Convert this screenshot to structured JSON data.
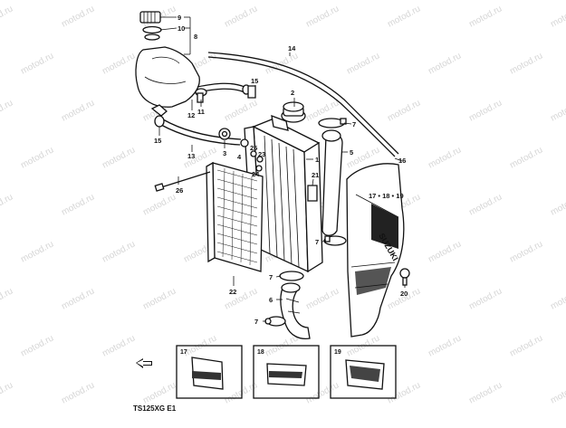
{
  "watermark": "motod.ru",
  "model_code": "TS125XG E1",
  "callouts": {
    "c9": "9",
    "c10": "10",
    "c8": "8",
    "c14": "14",
    "c15a": "15",
    "c12": "12",
    "c11": "11",
    "c2": "2",
    "c7a": "7",
    "c5": "5",
    "c15b": "15",
    "c13": "13",
    "c3": "3",
    "c4": "4",
    "c25": "25",
    "c23": "23",
    "c24": "24",
    "c1": "1",
    "c16": "16",
    "c21": "21",
    "c17": "17",
    "c18": "18",
    "c19": "19",
    "c26": "26",
    "c7b": "7",
    "c7c": "7",
    "c20": "20",
    "c22": "22",
    "c6": "6",
    "c7d": "7"
  },
  "callout_17_18_19": "17 • 18 • 19",
  "inset_boxes": [
    {
      "label": "17"
    },
    {
      "label": "18"
    },
    {
      "label": "19"
    }
  ],
  "icons": [
    "front-arrow-icon"
  ]
}
